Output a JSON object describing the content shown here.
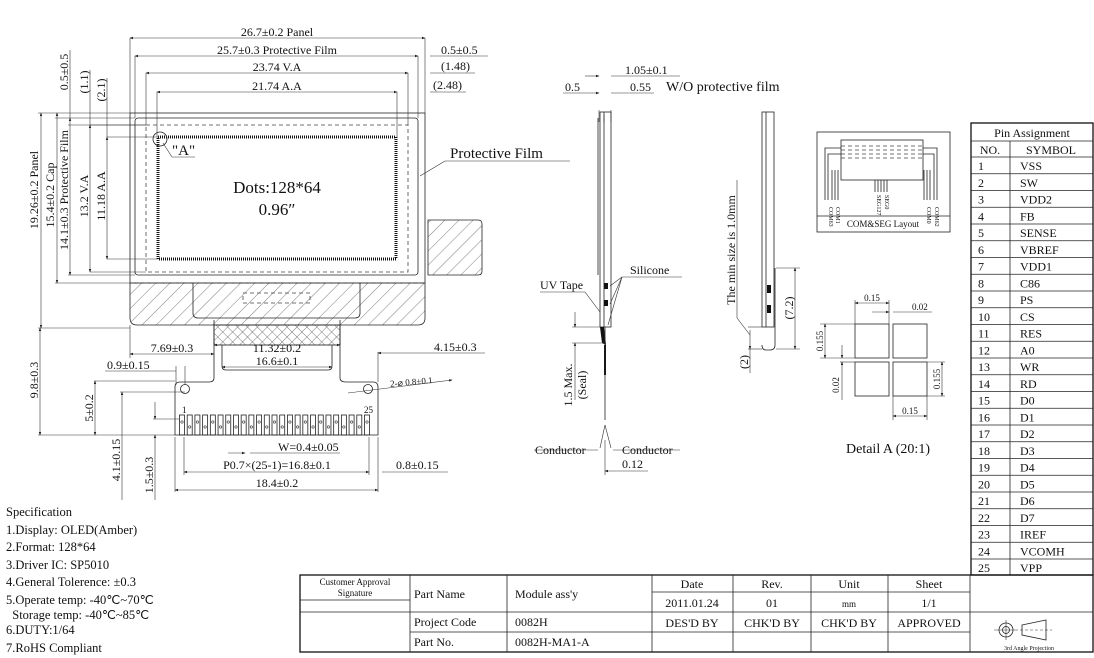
{
  "front_view": {
    "panel_width": "26.7±0.2 Panel",
    "film_width": "25.7±0.3 Protective Film",
    "va_width": "23.74 V.A",
    "aa_width": "21.74 A.A",
    "right_offset_1": "0.5±0.5",
    "right_offset_2": "(1.48)",
    "right_offset_3": "(2.48)",
    "top_offset_1": "0.5±0.5",
    "top_offset_2": "(1.1)",
    "top_offset_3": "(2.1)",
    "panel_height": "19.26±0.2 Panel",
    "cap_height": "15.4±0.2 Cap",
    "film_height": "14.1±0.3 Protective Film",
    "va_height": "13.2 V.A",
    "aa_height": "11.18 A.A",
    "detail_marker": "\"A\"",
    "dots": "Dots:128*64",
    "diagonal": "0.96″",
    "protective_film_label": "Protective Film",
    "fpc_left": "7.69±0.3",
    "fpc_width": "11.32±0.2",
    "fpc_right": "4.15±0.3",
    "stiffener_width": "16.6±0.1",
    "hole_offset": "0.9±0.15",
    "holes": "2-⌀ 0.8±0.1",
    "fpc_length": "9.8±0.3",
    "hole_height": "5±0.2",
    "pin_height": "4.1±0.15",
    "pin_bottom": "1.5±0.3",
    "pin_first": "1",
    "pin_last": "25",
    "pin_width": "W=0.4±0.05",
    "pitch": "P0.7×(25-1)=16.8±0.1",
    "pin_edge": "0.8±0.15",
    "fpc_total": "18.4±0.2"
  },
  "side_view": {
    "thickness": "1.05±0.1",
    "glass_1": "0.5",
    "glass_2": "0.55",
    "wo_film": "W/O protective film",
    "silicone": "Silicone",
    "uv_tape": "UV Tape",
    "seal": "1.5 Max.",
    "seal_sub": "(Seal)",
    "conductor_left": "Conductor",
    "conductor_right": "Conductor",
    "conductor_thk": "0.12",
    "min_bend": "The min size is 1.0mm",
    "bend_len": "(7.2)",
    "bend_offset": "(2)"
  },
  "com_seg": {
    "title": "COM&SEG Layout",
    "labels": [
      "COM63",
      "COM1",
      "SEG127",
      "SEG0",
      "COM0",
      "COM62"
    ]
  },
  "detail_a": {
    "title": "Detail A (20:1)",
    "pixel_w_top": "0.15",
    "gap_top": "0.02",
    "pixel_h_left": "0.155",
    "gap_left": "0.02",
    "pixel_h_right": "0.155",
    "pixel_w_bottom": "0.15"
  },
  "pin_assignment": {
    "title": "Pin Assignment",
    "headers": [
      "NO.",
      "SYMBOL"
    ],
    "pins": [
      [
        "1",
        "VSS"
      ],
      [
        "2",
        "SW"
      ],
      [
        "3",
        "VDD2"
      ],
      [
        "4",
        "FB"
      ],
      [
        "5",
        "SENSE"
      ],
      [
        "6",
        "VBREF"
      ],
      [
        "7",
        "VDD1"
      ],
      [
        "8",
        "C86"
      ],
      [
        "9",
        "PS"
      ],
      [
        "10",
        "CS"
      ],
      [
        "11",
        "RES"
      ],
      [
        "12",
        "A0"
      ],
      [
        "13",
        "WR"
      ],
      [
        "14",
        "RD"
      ],
      [
        "15",
        "D0"
      ],
      [
        "16",
        "D1"
      ],
      [
        "17",
        "D2"
      ],
      [
        "18",
        "D3"
      ],
      [
        "19",
        "D4"
      ],
      [
        "20",
        "D5"
      ],
      [
        "21",
        "D6"
      ],
      [
        "22",
        "D7"
      ],
      [
        "23",
        "IREF"
      ],
      [
        "24",
        "VCOMH"
      ],
      [
        "25",
        "VPP"
      ]
    ]
  },
  "specification": {
    "title": "Specification",
    "items": [
      "1.Display: OLED(Amber)",
      "2.Format: 128*64",
      "3.Driver IC: SP5010",
      "4.General Tolerence: ±0.3",
      "5.Operate temp: -40℃~70℃",
      "  Storage temp: -40℃~85℃",
      "6.DUTY:1/64",
      "7.RoHS Compliant"
    ]
  },
  "title_block": {
    "customer_approval": "Customer Approval",
    "signature": "Signature",
    "part_name_label": "Part Name",
    "part_name": "Module ass'y",
    "project_code_label": "Project Code",
    "project_code": "0082H",
    "part_no_label": "Part No.",
    "part_no": "0082H-MA1-A",
    "date_label": "Date",
    "date": "2011.01.24",
    "rev_label": "Rev.",
    "rev": "01",
    "unit_label": "Unit",
    "unit": "mm",
    "sheet_label": "Sheet",
    "sheet": "1/1",
    "designed_by": "DES'D BY",
    "checked_by_1": "CHK'D BY",
    "checked_by_2": "CHK'D BY",
    "approved": "APPROVED",
    "projection": "3rd Angle Projection"
  }
}
